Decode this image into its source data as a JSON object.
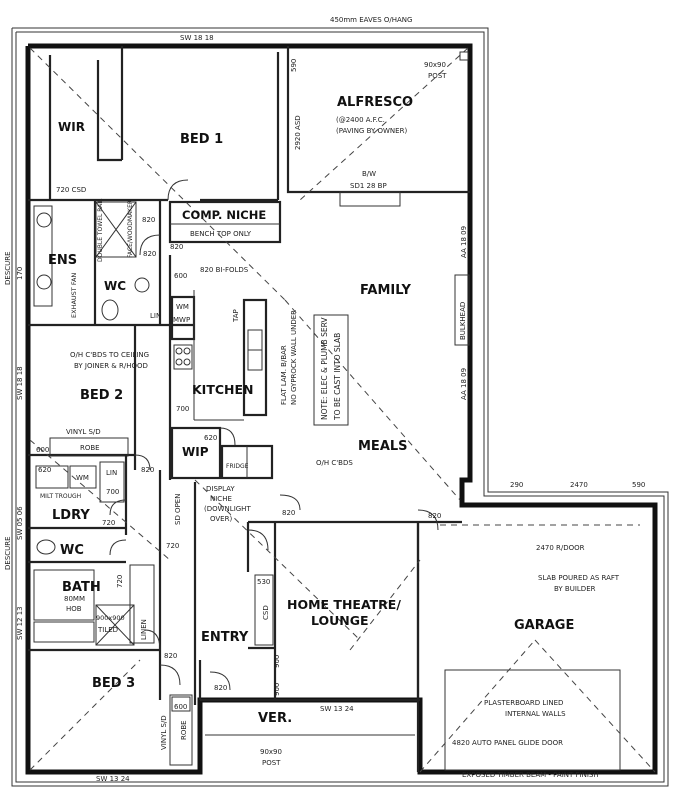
{
  "rooms": {
    "wir": "WIR",
    "bed1": "BED 1",
    "alfresco": "ALFRESCO",
    "comp_niche": "COMP. NICHE",
    "ens": "ENS",
    "wc_ens": "WC",
    "family": "FAMILY",
    "kitchen": "KITCHEN",
    "bed2": "BED 2",
    "wip": "WIP",
    "meals": "MEALS",
    "ldry": "LDRY",
    "wc": "WC",
    "bath": "BATH",
    "home_theatre_1": "HOME THEATRE/",
    "home_theatre_2": "LOUNGE",
    "garage": "GARAGE",
    "entry": "ENTRY",
    "bed3": "BED 3",
    "ver": "VER."
  },
  "notes": {
    "eaves": "450mm EAVES O/HANG",
    "sw_top": "SW 18 18",
    "n590": "590",
    "post_90": "90x90",
    "post": "POST",
    "alf_slab": "(@2400 A.F.C.",
    "alf_paving": "(PAVING BY OWNER)",
    "asd": "2920 ASD",
    "bw": "B/W",
    "sd_bp": "SD1 28 BP",
    "csd_720": "720 CSD",
    "n820a": "820",
    "bench": "BENCH TOP ONLY",
    "bifolds": "820 BI-FOLDS",
    "n600": "600",
    "wm": "WM",
    "mwp": "MWP",
    "lin1": "LIN",
    "fridge": "FRIDGE",
    "tap": "TAP",
    "flat_lam": "FLAT LAM. B/BAR",
    "gyprock": "NO GYPROCK WALL UNDER",
    "slab_note1": "NOTE: ELEC & PLUMB SERV",
    "slab_note2": "TO BE CAST INTO SLAB",
    "aa_top": "AA 18 09",
    "bulkhead": "BULKHEAD",
    "aa_mid": "AA 18 09",
    "cupboards1": "O/H C'BDS TO CEILING",
    "cupboards2": "BY JOINER & R/HOOD",
    "sw_left": "SW 18 18",
    "n700": "700",
    "n620": "620",
    "vinyl_sd": "VINYL S/D",
    "robe": "ROBE",
    "n600b": "600",
    "n820b": "820",
    "oh_cbds": "O/H C'BDS",
    "n290": "290",
    "n2470": "2470",
    "n590b": "590",
    "display1": "DISPLAY",
    "display2": "NICHE",
    "display3": "(DOWNLIGHT",
    "display4": "OVER)",
    "sd_open": "SD OPEN",
    "n820c": "820",
    "n820d": "820",
    "n620b": "620",
    "wm2": "WM",
    "lin2": "LIN",
    "n700b": "700",
    "trough": "MILT TROUGH",
    "n720": "720",
    "sw_0506": "SW 05 06",
    "n530": "530",
    "csd": "CSD",
    "n900": "900",
    "n720b": "720",
    "garage_door": "2470 R/DOOR",
    "slab_raft1": "SLAB POURED AS RAFT",
    "slab_raft2": "BY BUILDER",
    "bath_hob1": "80MM",
    "bath_hob2": "HOB",
    "linen": "LINEN",
    "n900b": "900x900",
    "tiled": "TILED",
    "n720c": "720",
    "n820e": "820",
    "sw_1213": "SW 12 13",
    "n900c": "900",
    "plaster1": "PLASTERBOARD LINED",
    "plaster2": "INTERNAL WALLS",
    "garage_auto": "4820 AUTO PANEL GLIDE DOOR",
    "n600c": "600",
    "n820f": "820",
    "vinyl_sd2": "VINYL S/D",
    "robe2": "ROBE",
    "sw_1324": "SW 13 24",
    "post_9090b": "90x90",
    "post_b": "POST",
    "sw_bottom": "SW 13 24",
    "exposed": "EXPOSED TIMBER BEAM - PAINT FINISH",
    "downpipe_left": "DESCURE",
    "downpipe_left2": "DESCURE",
    "ens_note": "EXHAUST FAN",
    "double": "DOUBLE TOWEL RAIL",
    "face": "FACE/WOODMAKER",
    "n170": "170",
    "n820g": "820",
    "n820h": "820"
  }
}
